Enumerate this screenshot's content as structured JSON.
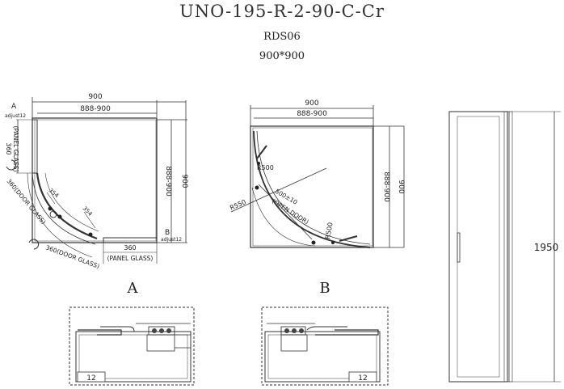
{
  "header": {
    "model": "UNO-195-R-2-90-C-Cr",
    "code": "RDS06",
    "size": "900*900"
  },
  "plan_a": {
    "width_overall": "900",
    "width_range": "888-900",
    "depth_overall": "900",
    "depth_range": "888-900",
    "corner_a": "A",
    "corner_b": "B",
    "adjust_a": "adjust12",
    "adjust_b": "adjust12",
    "panel_left_size": "360",
    "panel_left_label": "(PANEL GLASS)",
    "door_left_size": "360",
    "door_left_label": "(DOOR GLASS)",
    "door_right_size": "360",
    "door_right_label": "(DOOR GLASS)",
    "panel_bottom_size": "360",
    "panel_bottom_label": "(PANEL GLASS)",
    "inner_a": "354",
    "inner_b": "354"
  },
  "plan_b": {
    "width_overall": "900",
    "width_range": "888-900",
    "depth_overall": "900",
    "depth_range": "888-900",
    "radius_top": "R500",
    "radius_right": "R500",
    "radius_outer": "R550",
    "opening": "500±10",
    "opening_label": "(OPEN DOOR)"
  },
  "elevation": {
    "height": "1950"
  },
  "details": {
    "label_a": "A",
    "label_b": "B",
    "gap_a": "12",
    "gap_b": "12"
  }
}
